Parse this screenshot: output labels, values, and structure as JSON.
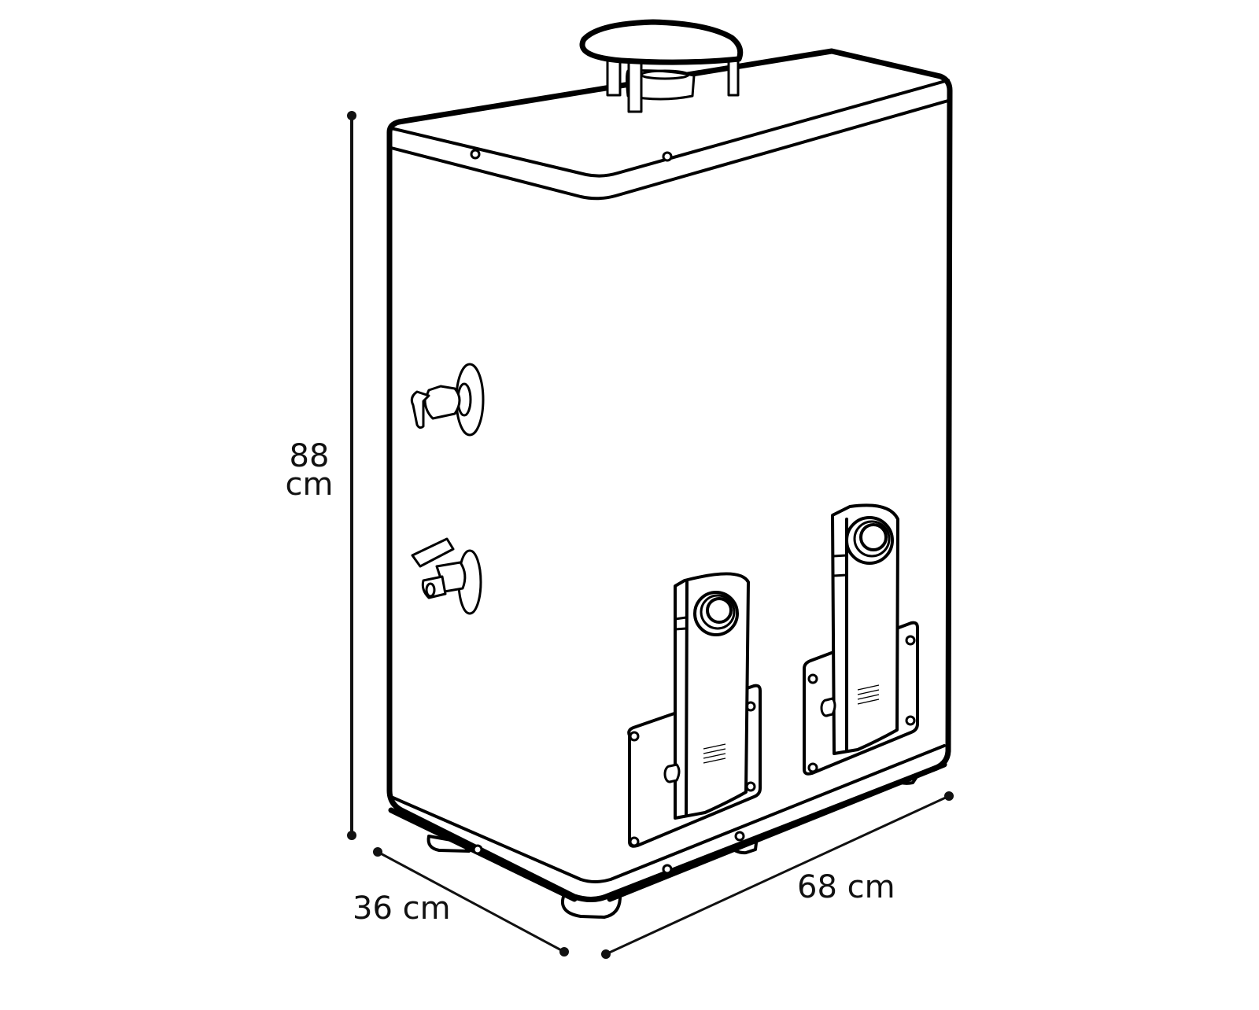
{
  "diagram": {
    "subject": "water heater",
    "dimensions": {
      "height": {
        "value": "88",
        "unit": "cm"
      },
      "depth": {
        "label": "36 cm"
      },
      "width": {
        "label": "68 cm"
      }
    },
    "components": {
      "top_vent": "vent-cap",
      "side_valves": [
        "upper-valve",
        "lower-valve"
      ],
      "front_panels": [
        "left-control-panel",
        "right-control-panel"
      ]
    },
    "colors": {
      "line": "#000000",
      "background": "#ffffff"
    }
  }
}
